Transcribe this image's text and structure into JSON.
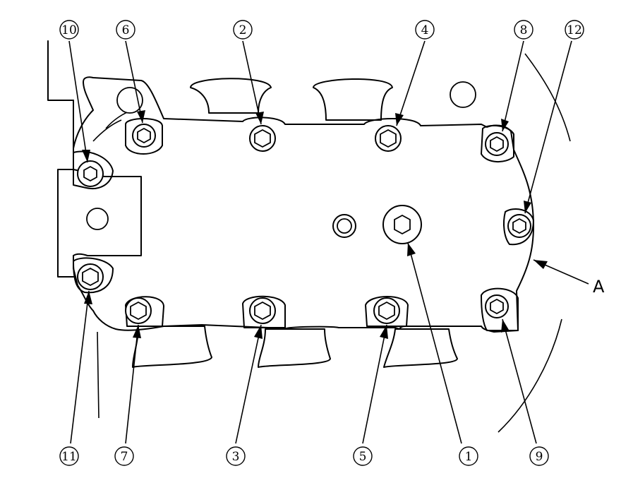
{
  "callouts": [
    {
      "id": "c10",
      "label": "10"
    },
    {
      "id": "c6",
      "label": "6"
    },
    {
      "id": "c2",
      "label": "2"
    },
    {
      "id": "c4",
      "label": "4"
    },
    {
      "id": "c8",
      "label": "8"
    },
    {
      "id": "c12",
      "label": "12"
    },
    {
      "id": "c11",
      "label": "11"
    },
    {
      "id": "c7",
      "label": "7"
    },
    {
      "id": "c3",
      "label": "3"
    },
    {
      "id": "c5",
      "label": "5"
    },
    {
      "id": "c1",
      "label": "1"
    },
    {
      "id": "c9",
      "label": "9"
    }
  ],
  "view_label": "A"
}
